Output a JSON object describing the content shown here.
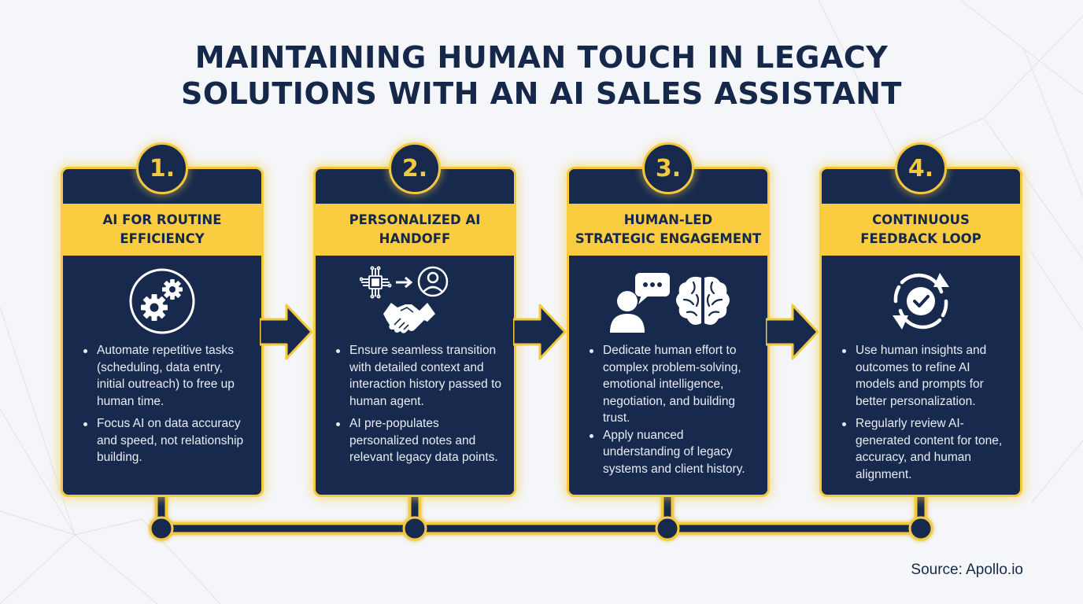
{
  "title": {
    "line1": "MAINTAINING HUMAN TOUCH IN LEGACY",
    "line2": "SOLUTIONS WITH AN AI SALES ASSISTANT"
  },
  "colors": {
    "navy": "#172a4e",
    "gold": "#f9cd3f",
    "background": "#f4f6f9",
    "text_light": "#e8ecf3"
  },
  "steps": [
    {
      "number": "1.",
      "title_line1": "AI FOR ROUTINE",
      "title_line2": "EFFICIENCY",
      "icon": "gears-icon",
      "bullets": [
        "Automate repetitive tasks (scheduling, data entry, initial outreach) to free up human time.",
        "Focus AI on data accuracy and speed, not relationship building."
      ]
    },
    {
      "number": "2.",
      "title_line1": "PERSONALIZED AI",
      "title_line2": "HANDOFF",
      "icon": "chip-to-person-handshake-icon",
      "bullets": [
        "Ensure seamless transition with detailed context and interaction history passed to human agent.",
        "AI pre-populates personalized notes and relevant legacy data points."
      ]
    },
    {
      "number": "3.",
      "title_line1": "HUMAN-LED",
      "title_line2": "STRATEGIC ENGAGEMENT",
      "icon": "person-speech-brain-icon",
      "bullets": [
        "Dedicate human effort to complex problem-solving, emotional intelligence, negotiation, and building trust.",
        "Apply nuanced understanding of legacy systems and client history."
      ]
    },
    {
      "number": "4.",
      "title_line1": "CONTINUOUS",
      "title_line2": "FEEDBACK LOOP",
      "icon": "refresh-check-icon",
      "bullets": [
        "Use human insights and outcomes to refine AI models and prompts for better personalization.",
        "Regularly review AI-generated content for tone, accuracy, and human alignment."
      ]
    }
  ],
  "source": "Source: Apollo.io"
}
